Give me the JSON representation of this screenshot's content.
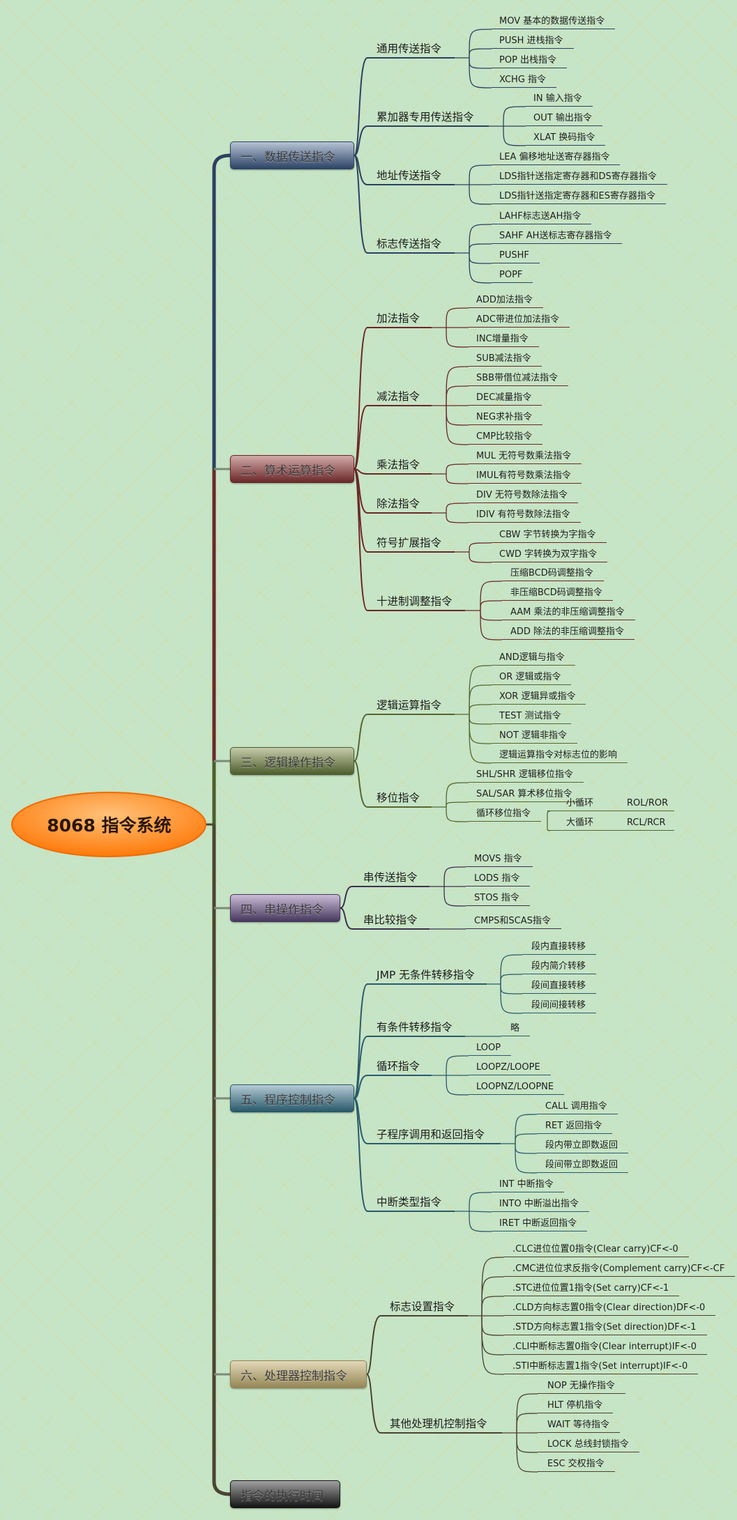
{
  "root": "8068 指令系统",
  "colors": {
    "background": "#c6e4c6",
    "root": "#ff8a1e"
  },
  "categories": [
    {
      "title": "一、数据传送指令",
      "branches": [
        {
          "label": "通用传送指令",
          "items": [
            "MOV 基本的数据传送指令",
            "PUSH 进栈指令",
            "POP 出栈指令",
            "XCHG 指令"
          ]
        },
        {
          "label": "累加器专用传送指令",
          "items": [
            "IN 输入指令",
            "OUT 输出指令",
            "XLAT 换码指令"
          ]
        },
        {
          "label": "地址传送指令",
          "items": [
            "LEA 偏移地址送寄存器指令",
            "LDS指针送指定寄存器和DS寄存器指令",
            "LDS指针送指定寄存器和ES寄存器指令"
          ]
        },
        {
          "label": "标志传送指令",
          "items": [
            "LAHF标志送AH指令",
            "SAHF  AH送标志寄存器指令",
            "PUSHF",
            "POPF"
          ]
        }
      ]
    },
    {
      "title": "二、算术运算指令",
      "branches": [
        {
          "label": "加法指令",
          "items": [
            "ADD加法指令",
            "ADC带进位加法指令",
            "INC增量指令"
          ]
        },
        {
          "label": "减法指令",
          "items": [
            "SUB减法指令",
            "SBB带借位减法指令",
            "DEC减量指令",
            "NEG求补指令",
            "CMP比较指令"
          ]
        },
        {
          "label": "乘法指令",
          "items": [
            "MUL 无符号数乘法指令",
            "IMUL有符号数乘法指令"
          ]
        },
        {
          "label": "除法指令",
          "items": [
            "DIV 无符号数除法指令",
            "IDIV 有符号数除法指令"
          ]
        },
        {
          "label": "符号扩展指令",
          "items": [
            "CBW 字节转换为字指令",
            "CWD 字转换为双字指令"
          ]
        },
        {
          "label": "十进制调整指令",
          "items": [
            "压缩BCD码调整指令",
            "非压缩BCD码调整指令",
            "AAM 乘法的非压缩调整指令",
            "ADD 除法的非压缩调整指令"
          ]
        }
      ]
    },
    {
      "title": "三、逻辑操作指令",
      "branches": [
        {
          "label": "逻辑运算指令",
          "items": [
            "AND逻辑与指令",
            "OR 逻辑或指令",
            "XOR 逻辑异或指令",
            "TEST 测试指令",
            "NOT 逻辑非指令",
            "逻辑运算指令对标志位的影响"
          ]
        },
        {
          "label": "移位指令",
          "items": [
            "SHL/SHR 逻辑移位指令",
            "SAL/SAR 算术移位指令",
            {
              "label": "循环移位指令",
              "sub": [
                {
                  "name": "小循环",
                  "value": "ROL/ROR"
                },
                {
                  "name": "大循环",
                  "value": "RCL/RCR"
                }
              ]
            }
          ]
        }
      ]
    },
    {
      "title": "四、串操作指令",
      "branches": [
        {
          "label": "串传送指令",
          "items": [
            "MOVS 指令",
            "LODS 指令",
            "STOS 指令"
          ]
        },
        {
          "label": "串比较指令",
          "items": [
            "CMPS和SCAS指令"
          ]
        }
      ]
    },
    {
      "title": "五、程序控制指令",
      "branches": [
        {
          "label": "JMP 无条件转移指令",
          "items": [
            "段内直接转移",
            "段内简介转移",
            "段间直接转移",
            "段间间接转移"
          ]
        },
        {
          "label": "有条件转移指令",
          "items": [
            "略"
          ]
        },
        {
          "label": "循环指令",
          "items": [
            "LOOP",
            "LOOPZ/LOOPE",
            "LOOPNZ/LOOPNE"
          ]
        },
        {
          "label": "子程序调用和返回指令",
          "items": [
            "CALL 调用指令",
            "RET 返回指令",
            "段内带立即数返回",
            "段间带立即数返回"
          ]
        },
        {
          "label": "中断类型指令",
          "items": [
            "INT 中断指令",
            "INTO 中断溢出指令",
            "IRET 中断返回指令"
          ]
        }
      ]
    },
    {
      "title": "六、处理器控制指令",
      "branches": [
        {
          "label": "标志设置指令",
          "items": [
            ".CLC进位位置0指令(Clear carry)CF<-0",
            ".CMC进位位求反指令(Complement carry)CF<-CF",
            ".STC进位位置1指令(Set carry)CF<-1",
            ".CLD方向标志置0指令(Clear direction)DF<-0",
            ".STD方向标志置1指令(Set direction)DF<-1",
            ".CLI中断标志置0指令(Clear interrupt)IF<-0",
            ".STI中断标志置1指令(Set interrupt)IF<-0"
          ]
        },
        {
          "label": "其他处理机控制指令",
          "items": [
            "NOP 无操作指令",
            "HLT 停机指令",
            "WAIT 等待指令",
            "LOCK 总线封锁指令",
            "ESC 交权指令"
          ]
        }
      ]
    },
    {
      "title": "指令的执行时间",
      "branches": []
    }
  ]
}
